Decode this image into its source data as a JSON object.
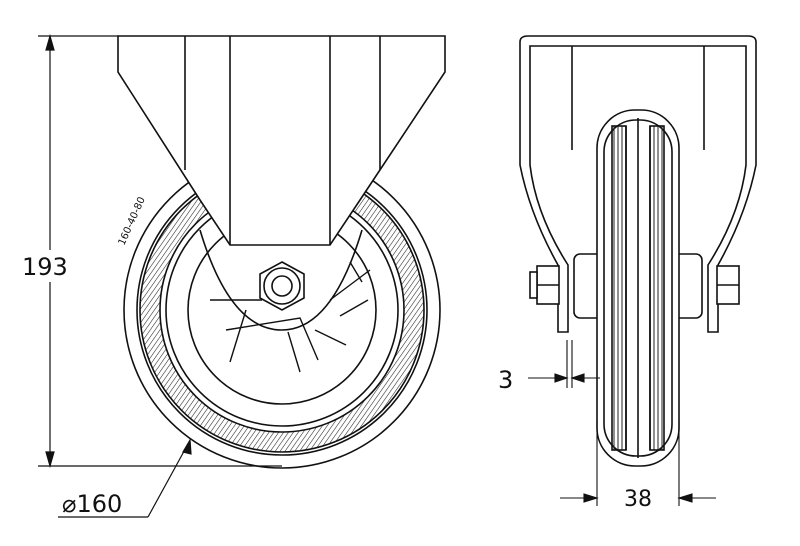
{
  "dimensions": {
    "height": "193",
    "diameter": "⌀160",
    "hub_offset": "3",
    "wheel_width": "38"
  },
  "wheel_marking": "160-40-80",
  "colors": {
    "line": "#111111",
    "background": "#ffffff"
  }
}
